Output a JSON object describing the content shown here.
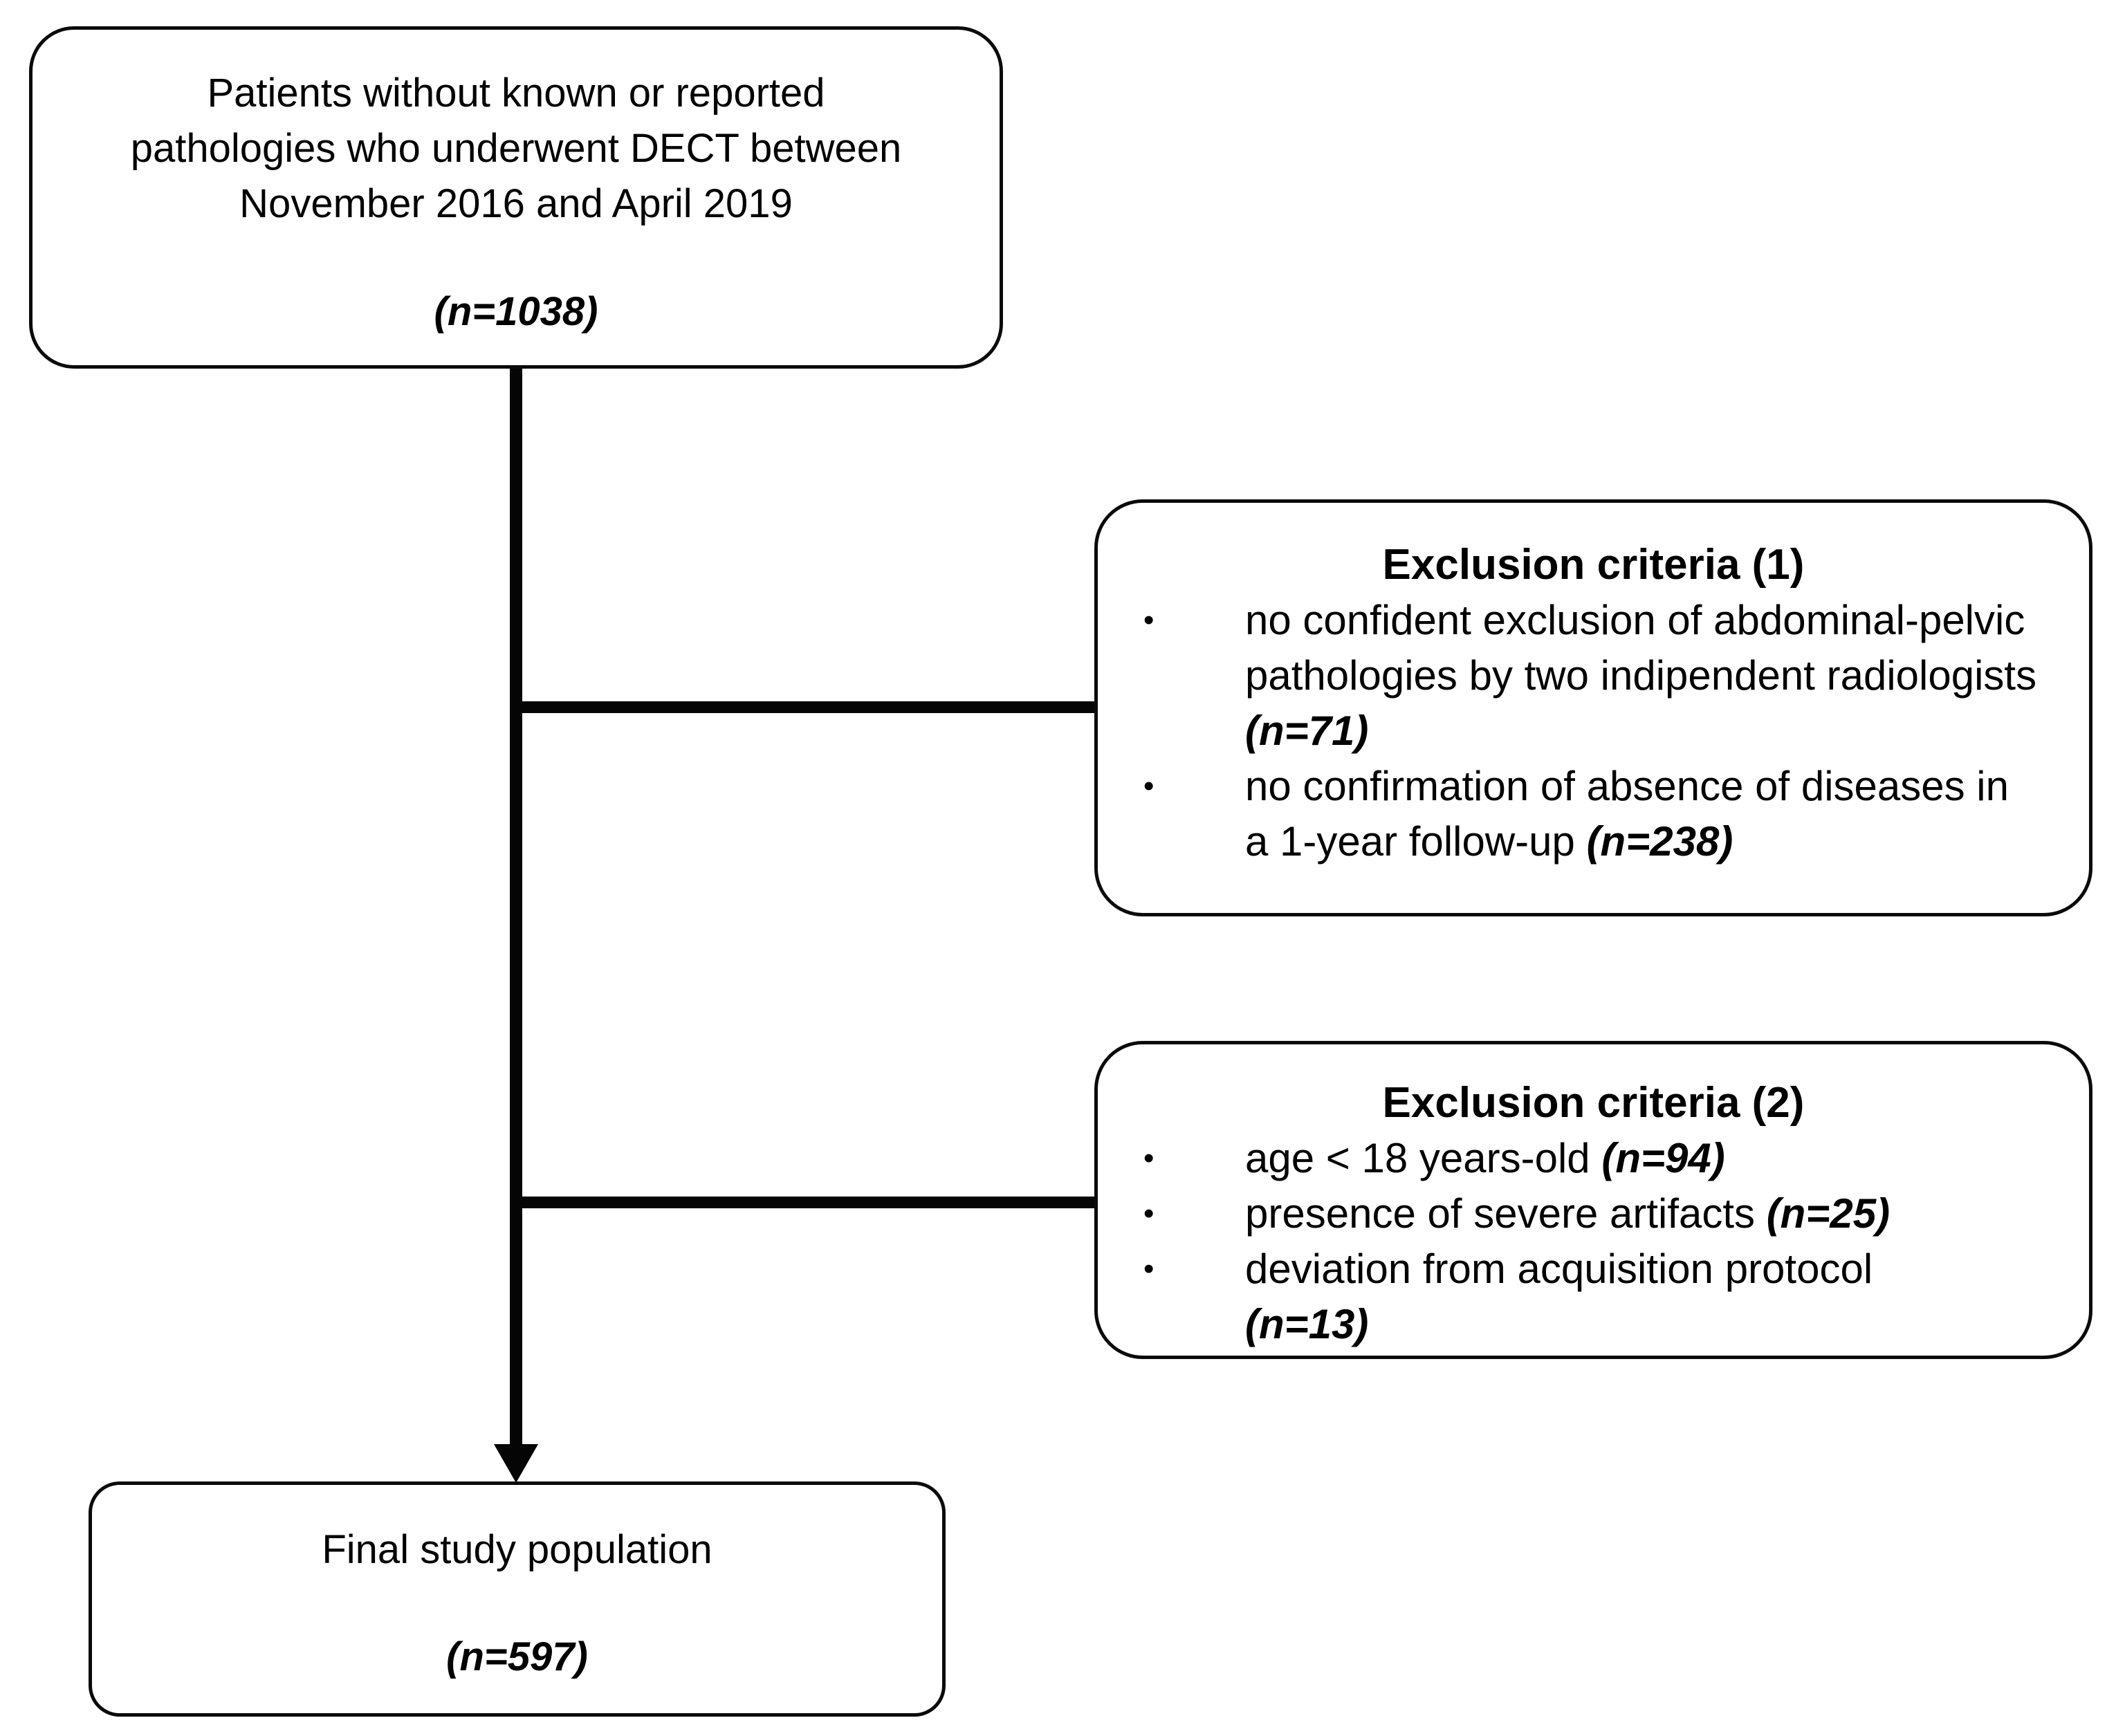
{
  "bullet_glyph": "•",
  "colors": {
    "background": "#ffffff",
    "line": "#050505",
    "border": "#0a0a0a",
    "text": "#000000"
  },
  "top_box": {
    "lines": [
      "Patients without known or reported",
      "pathologies who underwent DECT between",
      "November 2016 and April 2019"
    ],
    "n": "(n=1038)"
  },
  "exclusion1": {
    "title": "Exclusion criteria (1)",
    "bullets": [
      {
        "text": "no confident exclusion of abdominal-pelvic pathologies by two indipendent radiologists ",
        "n": "(n=71)"
      },
      {
        "text": "no confirmation of absence of diseases in a 1-year follow-up ",
        "n": "(n=238)"
      }
    ]
  },
  "exclusion2": {
    "title": "Exclusion criteria (2)",
    "bullets": [
      {
        "text": "age < 18 years-old ",
        "n": "(n=94)"
      },
      {
        "text": "presence of severe artifacts ",
        "n": "(n=25)"
      },
      {
        "text": "deviation from acquisition protocol",
        "n": "(n=13)"
      }
    ]
  },
  "final_box": {
    "label": "Final study population",
    "n": "(n=597)"
  }
}
